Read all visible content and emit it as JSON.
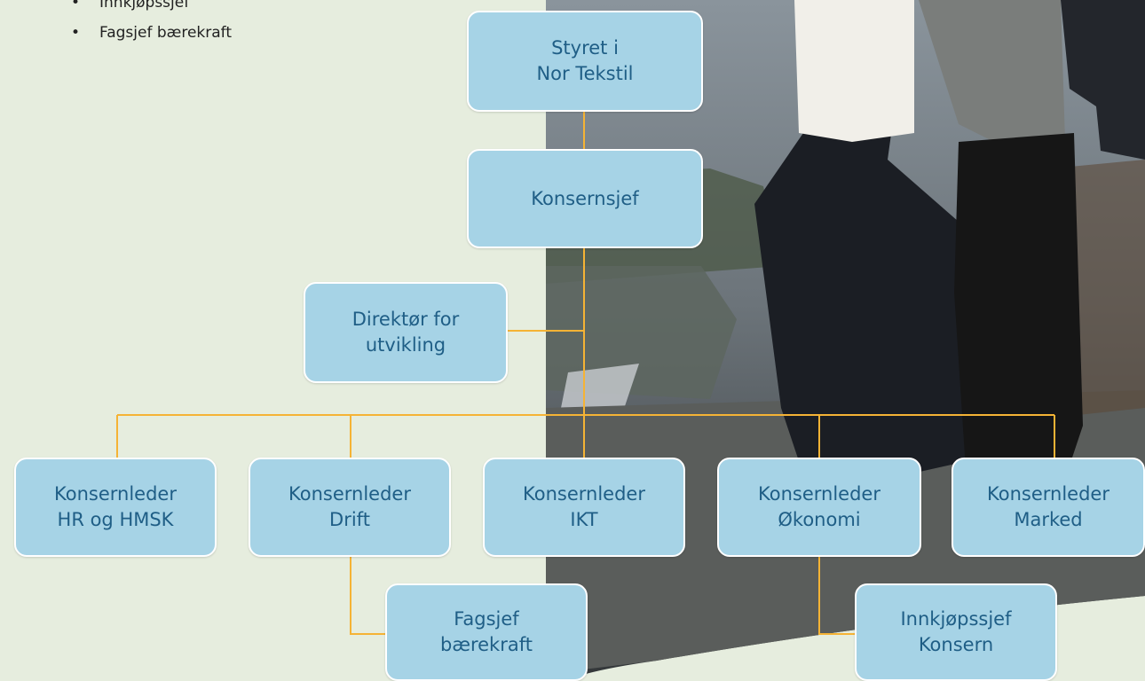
{
  "intro_list": [
    "Innkjøpssjef",
    "Fagsjef bærekraft"
  ],
  "colors": {
    "background": "#e6edde",
    "box_fill": "#a6d3e6",
    "box_text": "#1f5e86",
    "connector": "#f5b335"
  },
  "photo": {
    "description_icon": "people-photo"
  },
  "org_chart": {
    "board": "Styret i\nNor Tekstil",
    "ceo": "Konsernsjef",
    "development_director": "Direktør for\nutvikling",
    "leaders": {
      "hr": "Konsernleder\nHR og HMSK",
      "operations": "Konsernleder\nDrift",
      "ict": "Konsernleder\nIKT",
      "finance": "Konsernleder\nØkonomi",
      "marketing": "Konsernleder\nMarked"
    },
    "sustainability": "Fagsjef\nbærekraft",
    "procurement": "Innkjøpssjef\nKonsern"
  }
}
